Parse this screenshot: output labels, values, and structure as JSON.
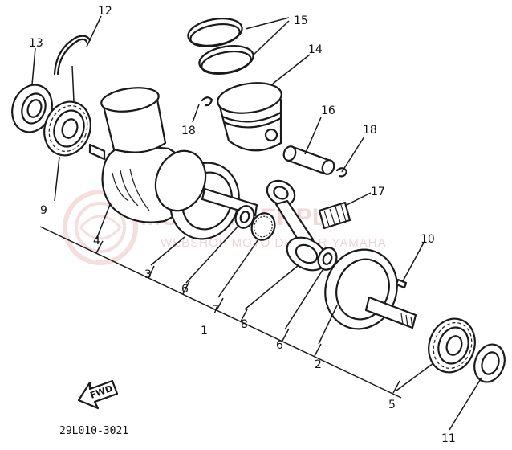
{
  "callouts": {
    "c1": "1",
    "c2": "2",
    "c3": "3",
    "c4": "4",
    "c5": "5",
    "c6a": "6",
    "c6b": "6",
    "c7": "7",
    "c8": "8",
    "c9": "9",
    "c10": "10",
    "c11": "11",
    "c12": "12",
    "c13": "13",
    "c14": "14",
    "c15": "15",
    "c16": "16",
    "c17": "17",
    "c18a": "18",
    "c18b": "18"
  },
  "fwd_label": "FWD",
  "drawing_code": "29L010-3021",
  "watermark": {
    "main": "MOTOSKLEP.PL",
    "sub": "WEBSHOP MOTO DEALER YAMAHA"
  },
  "colors": {
    "ink": "#1a1a1a",
    "watermark": "#e7b8b8"
  }
}
